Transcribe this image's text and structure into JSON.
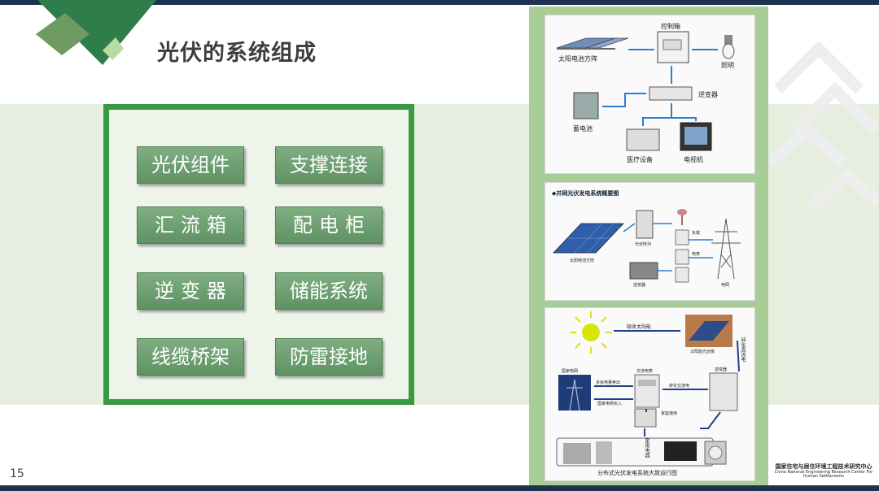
{
  "slide": {
    "title": "光伏的系统组成",
    "page_number": "15"
  },
  "components": [
    "光伏组件",
    "支撑连接",
    "汇流箱",
    "配电柜",
    "逆变器",
    "储能系统",
    "线缆桥架",
    "防雷接地"
  ],
  "diagram1": {
    "solar_array": "太阳电池方阵",
    "control_box": "控制箱",
    "lighting": "照明",
    "inverter": "逆变器",
    "battery": "蓄电池",
    "medical": "医疗设备",
    "tv": "电视机"
  },
  "diagram2": {
    "title": "◆并网光伏发电系统概要图",
    "solar_panel": "太阳电池方阵",
    "item_a": "光伏阵列",
    "item_b": "逆变器",
    "item_c": "负载",
    "item_d": "电表",
    "item_e": "电网"
  },
  "diagram3": {
    "absorb": "吸收太阳能",
    "panel": "太阳能光伏板",
    "to_dc": "转化直流电",
    "grid": "国家电网",
    "ac_meter": "交流电表",
    "inverter": "逆变器",
    "sell": "多余电量卖出",
    "to_ac": "转化交流电",
    "buy": "国家电网买入",
    "home_use": "家庭使用",
    "appliances": "家用电器",
    "caption": "分布式光伏发电系统大致运行图"
  },
  "org": {
    "line1": "国家住宅与居住环境工程技术研究中心",
    "line2": "China National Engineering Research Center For Human Settlements"
  },
  "colors": {
    "accent_green": "#3a9a42",
    "button_green": "#6f9f72",
    "dark_navy": "#1f3350",
    "panel_bg": "#a9cd96"
  }
}
